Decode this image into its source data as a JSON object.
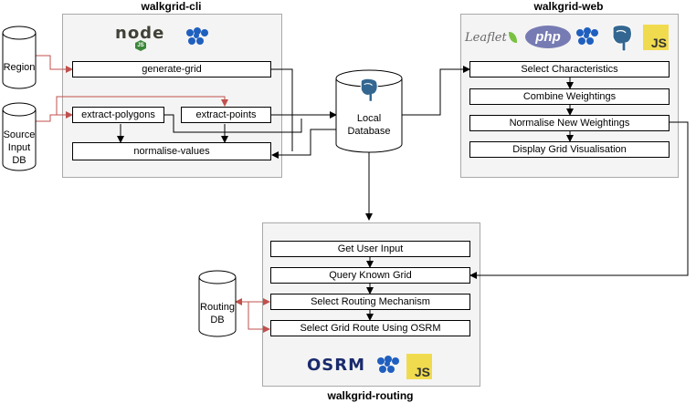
{
  "cli": {
    "title": "walkgrid-cli",
    "generate_grid": "generate-grid",
    "extract_polygons": "extract-polygons",
    "extract_points": "extract-points",
    "normalise_values": "normalise-values",
    "node_logo_text": "node",
    "node_logo_sub": "JS"
  },
  "web": {
    "title": "walkgrid-web",
    "steps": [
      "Select Characteristics",
      "Combine Weightings",
      "Normalise New Weightings",
      "Display Grid Visualisation"
    ],
    "leaflet_text": "Leaflet",
    "php_text": "php",
    "js_text": "JS"
  },
  "routing": {
    "title": "walkgrid-routing",
    "steps": [
      "Get User Input",
      "Query Known Grid",
      "Select Routing Mechanism",
      "Select Grid Route Using OSRM"
    ],
    "osrm_text": "OSRM",
    "js_text": "JS"
  },
  "external": {
    "region": "Region",
    "source_db_lines": [
      "Source",
      "Input",
      "DB"
    ],
    "local_db_lines": [
      "Local",
      "Database"
    ],
    "routing_db_lines": [
      "Routing",
      "DB"
    ]
  },
  "colors": {
    "red_arrow": "#c0504d",
    "panel_bg": "#f4f4f4",
    "pg_blue": "#336791",
    "js_yellow": "#f0db4f",
    "php_purple": "#777bb3",
    "node_green": "#3c873a",
    "dots_blue": "#1f5fbf"
  }
}
